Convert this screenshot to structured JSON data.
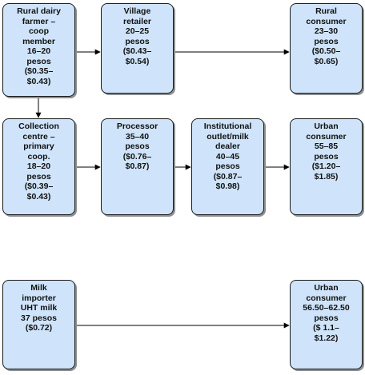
{
  "nodes": {
    "rural_dairy_farmer": [
      "Rural dairy",
      "farmer –",
      "coop",
      "member",
      "16–20",
      "pesos",
      "($0.35–",
      "$0.43)"
    ],
    "village_retailer": [
      "Village",
      "retailer",
      "20–25",
      "pesos",
      "($0.43–",
      "$0.54)"
    ],
    "rural_consumer": [
      "Rural",
      "consumer",
      "23–30",
      "pesos",
      "($0.50–",
      "$0.65)"
    ],
    "collection_centre": [
      "Collection",
      "centre –",
      "primary",
      "coop.",
      "18–20",
      "pesos",
      "($0.39–",
      "$0.43)"
    ],
    "processor": [
      "Processor",
      "35–40",
      "pesos",
      "($0.76–",
      "$0.87)"
    ],
    "institutional_outlet": [
      "Institutional",
      "outlet/milk",
      "dealer",
      "40–45",
      "pesos",
      "($0.87–",
      "$0.98)"
    ],
    "urban_consumer_1": [
      "Urban",
      "consumer",
      "55–85",
      "pesos",
      "($1.20–",
      "$1.85)"
    ],
    "milk_importer": [
      "Milk",
      "importer",
      "UHT milk",
      "37 pesos",
      "($0.72)"
    ],
    "urban_consumer_2": [
      "Urban",
      "consumer",
      "56.50–62.50",
      "pesos",
      "($ 1.1–",
      "$1.22)"
    ]
  },
  "edges": [
    {
      "from": "rural_dairy_farmer",
      "to": "village_retailer"
    },
    {
      "from": "village_retailer",
      "to": "rural_consumer"
    },
    {
      "from": "rural_dairy_farmer",
      "to": "collection_centre"
    },
    {
      "from": "collection_centre",
      "to": "processor"
    },
    {
      "from": "processor",
      "to": "institutional_outlet"
    },
    {
      "from": "institutional_outlet",
      "to": "urban_consumer_1"
    },
    {
      "from": "milk_importer",
      "to": "urban_consumer_2"
    }
  ],
  "colors": {
    "node_fill": "#cfe4fa",
    "node_border": "#1a1a1a",
    "arrow": "#000000"
  }
}
